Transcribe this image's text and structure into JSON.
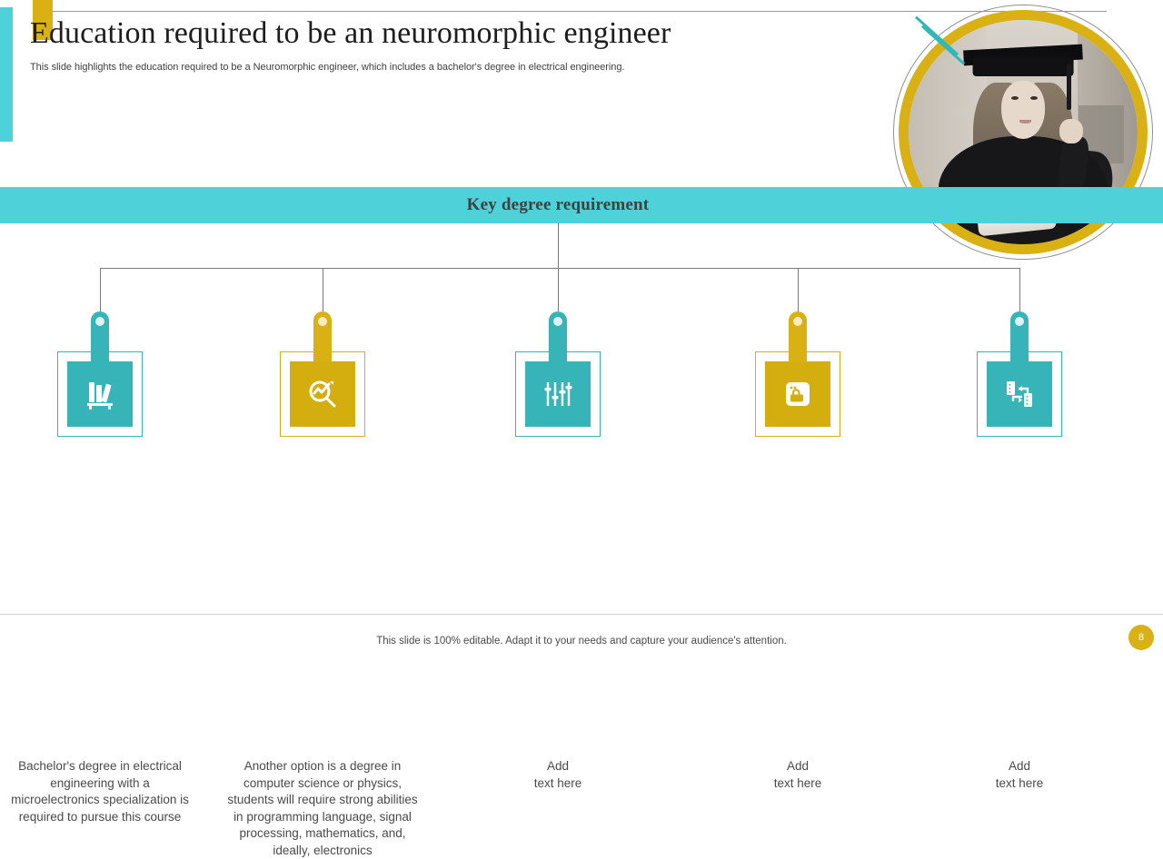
{
  "slide": {
    "title": "Education required to be an neuromorphic engineer",
    "subtitle": "This slide highlights the education required to be a Neuromorphic engineer, which includes a bachelor's degree in electrical engineering.",
    "band_title": "Key  degree requirement",
    "page_number": "8",
    "footer": "This slide is 100% editable. Adapt it to your needs and capture your audience's attention."
  },
  "colors": {
    "teal": "#37B4B8",
    "teal_light": "#4FD1D9",
    "gold": "#D9B114",
    "text": "#4a4a4a",
    "slash": "#2FB8B8"
  },
  "hero": {
    "alt": "graduate-photo",
    "icon": "graduation-photo"
  },
  "nodes": [
    {
      "id": "node-1",
      "icon": "books-icon",
      "color": "teal",
      "caption": "Bachelor's degree in electrical engineering with a microelectronics specialization is required to pursue this course"
    },
    {
      "id": "node-2",
      "icon": "chart-magnifier-icon",
      "color": "gold",
      "caption": "Another option is a degree in computer science or physics, students will require strong abilities in programming language, signal processing, mathematics, and, ideally, electronics"
    },
    {
      "id": "node-3",
      "icon": "sliders-icon",
      "color": "teal",
      "caption": "Add\ntext here"
    },
    {
      "id": "node-4",
      "icon": "secure-card-icon",
      "color": "gold",
      "caption": "Add\ntext here"
    },
    {
      "id": "node-5",
      "icon": "data-exchange-icon",
      "color": "teal",
      "caption": "Add\ntext here"
    }
  ]
}
